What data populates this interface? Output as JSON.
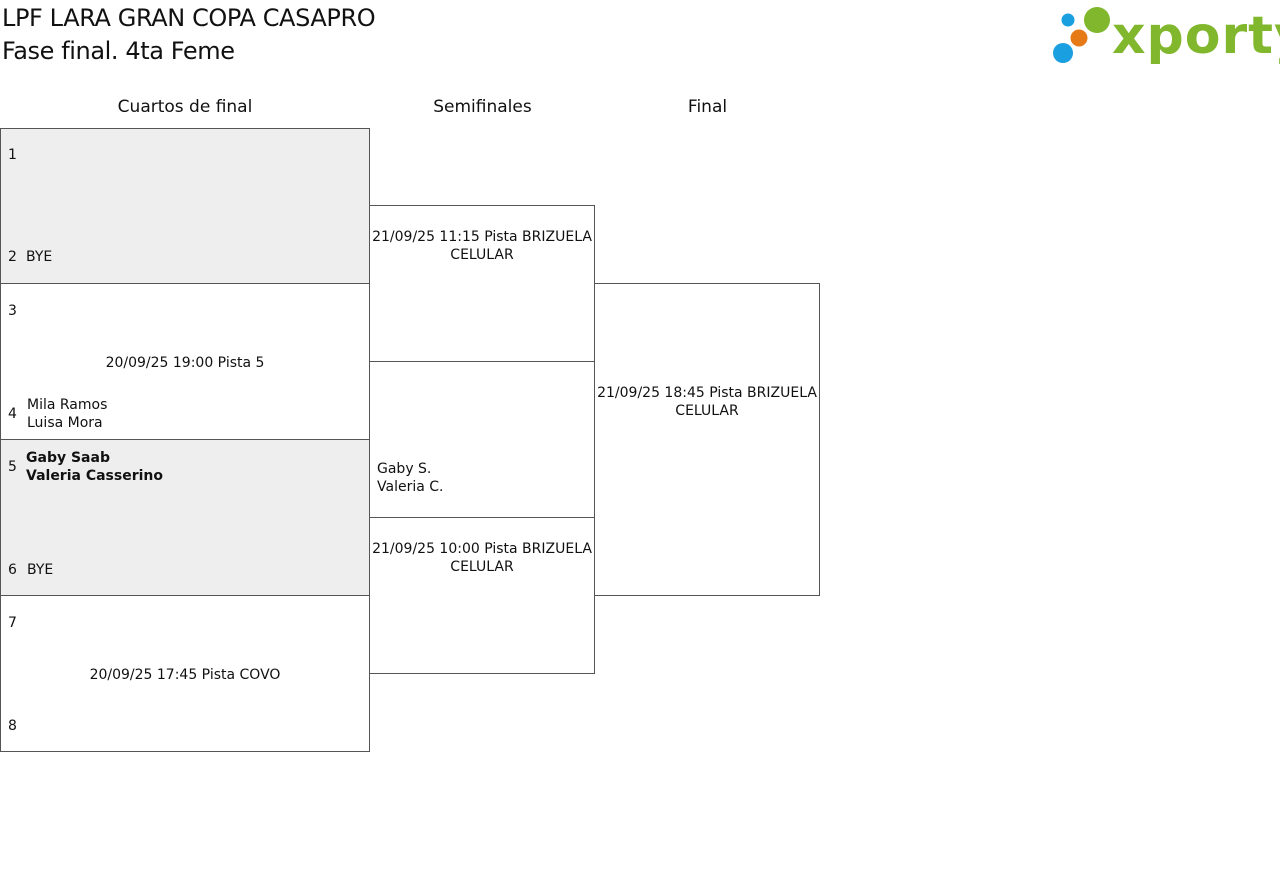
{
  "header": {
    "title_line1": "LPF LARA GRAN COPA CASAPRO",
    "title_line2": "Fase final. 4ta Feme"
  },
  "logo": {
    "text": "xporty",
    "colors": {
      "green": "#80b72c",
      "blue": "#1a9fe0",
      "orange": "#e67a17"
    }
  },
  "rounds": [
    "Cuartos de final",
    "Semifinales",
    "Final"
  ],
  "quarterfinals": [
    {
      "seed_top": "1",
      "seed_bottom": "2",
      "team_top": [],
      "team_bottom": [
        "BYE"
      ],
      "info": ""
    },
    {
      "seed_top": "3",
      "seed_bottom": "4",
      "team_top": [],
      "team_bottom": [
        "Mila Ramos",
        "Luisa Mora"
      ],
      "info": "20/09/25 19:00 Pista 5"
    },
    {
      "seed_top": "5",
      "seed_bottom": "6",
      "team_top": [
        "Gaby Saab",
        "Valeria Casserino"
      ],
      "team_bottom": [
        "BYE"
      ],
      "info": ""
    },
    {
      "seed_top": "7",
      "seed_bottom": "8",
      "team_top": [],
      "team_bottom": [],
      "info": "20/09/25 17:45 Pista COVO"
    }
  ],
  "semifinals": [
    {
      "info_line1": "21/09/25 11:15 Pista BRIZUELA",
      "info_line2": "CELULAR",
      "team_top": []
    },
    {
      "info_line1": "21/09/25 10:00 Pista BRIZUELA",
      "info_line2": "CELULAR",
      "team_top": [
        "Gaby S.",
        "Valeria C."
      ]
    }
  ],
  "final": {
    "info_line1": "21/09/25 18:45 Pista BRIZUELA",
    "info_line2": "CELULAR"
  }
}
